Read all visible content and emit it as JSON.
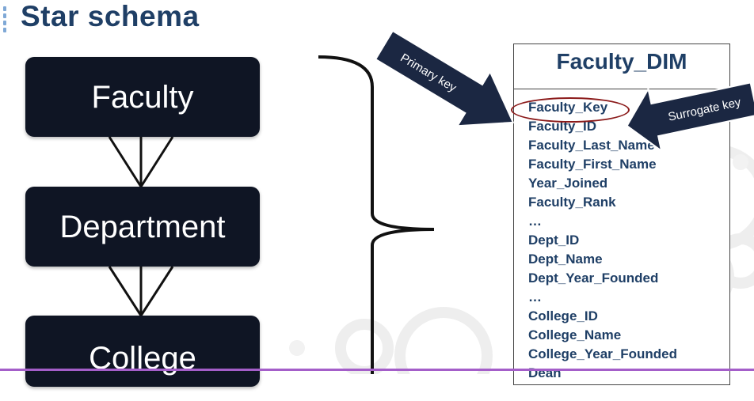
{
  "title": "Star schema",
  "hierarchy": [
    {
      "name": "Faculty"
    },
    {
      "name": "Department"
    },
    {
      "name": "College"
    }
  ],
  "dimension_table": {
    "title": "Faculty_DIM",
    "fields": [
      "Faculty_Key",
      "Faculty_ID",
      "Faculty_Last_Name",
      "Faculty_First_Name",
      "Year_Joined",
      "Faculty_Rank",
      "…",
      "Dept_ID",
      "Dept_Name",
      "Dept_Year_Founded",
      "…",
      "College_ID",
      "College_Name",
      "College_Year_Founded",
      "Dean"
    ]
  },
  "callouts": {
    "primary_key": "Primary key",
    "surrogate_key": "Surrogate key"
  },
  "colors": {
    "title": "#1f3f66",
    "box": "#0f1524",
    "highlight_oval": "#8b1a1a",
    "accent_line": "#a45ec9"
  }
}
